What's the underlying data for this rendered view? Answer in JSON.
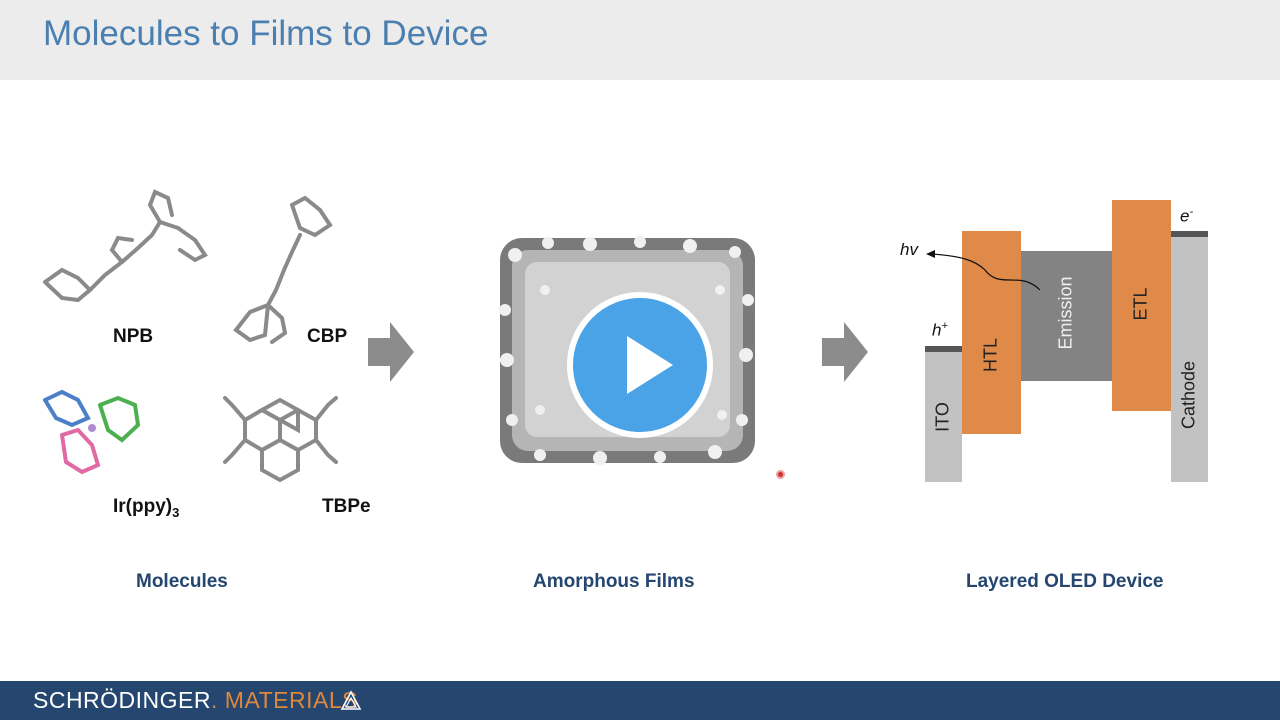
{
  "header": {
    "title": "Molecules to Films to Device"
  },
  "molecules": {
    "npb": "NPB",
    "cbp": "CBP",
    "irppy": "Ir(ppy)",
    "irppy_sub": "3",
    "tbpe": "TBPe"
  },
  "sections": {
    "molecules": "Molecules",
    "films": "Amorphous Films",
    "device": "Layered OLED Device"
  },
  "device": {
    "hv": "hv",
    "h_plus": "h",
    "h_sup": "+",
    "e_minus": "e",
    "e_sup": "-",
    "ito": "ITO",
    "htl": "HTL",
    "emission": "Emission",
    "etl": "ETL",
    "cathode": "Cathode"
  },
  "footer": {
    "brand": "SCHRÖDINGER",
    "dot": ".",
    "materials": "MATERIALS"
  },
  "colors": {
    "title": "#4a7fb0",
    "footer_bg": "#24466f",
    "orange_layer": "#e08a4a",
    "gray_layer": "#c2c2c2",
    "emission_layer": "#838383",
    "play": "#4aa3e6"
  },
  "icons": {
    "play": "play-icon",
    "arrow": "right-arrow-icon",
    "logo": "schrodinger-logo-icon"
  }
}
